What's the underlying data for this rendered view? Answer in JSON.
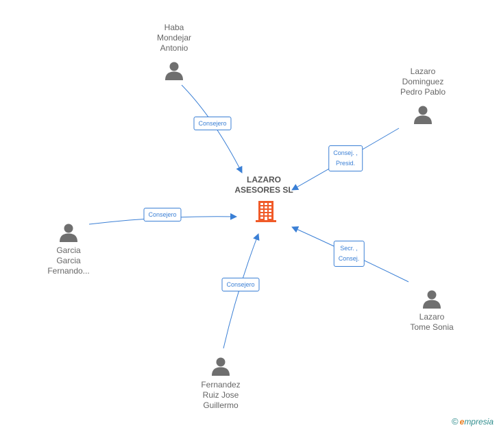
{
  "company": {
    "name_lines": [
      "LAZARO",
      "ASESORES SL"
    ],
    "icon": "building-icon",
    "icon_color": "#f05a28"
  },
  "people": [
    {
      "id": "haba",
      "name_lines": [
        "Haba",
        "Mondejar",
        "Antonio"
      ],
      "icon": "person-icon"
    },
    {
      "id": "dominguez",
      "name_lines": [
        "Lazaro",
        "Dominguez",
        "Pedro Pablo"
      ],
      "icon": "person-icon"
    },
    {
      "id": "garcia",
      "name_lines": [
        "Garcia",
        "Garcia",
        "Fernando..."
      ],
      "icon": "person-icon"
    },
    {
      "id": "tome",
      "name_lines": [
        "Lazaro",
        "Tome Sonia"
      ],
      "icon": "person-icon"
    },
    {
      "id": "fernandez",
      "name_lines": [
        "Fernandez",
        "Ruiz Jose",
        "Guillermo"
      ],
      "icon": "person-icon"
    }
  ],
  "relations": [
    {
      "from": "haba",
      "label_lines": [
        "Consejero"
      ]
    },
    {
      "from": "dominguez",
      "label_lines": [
        "Consej. ,",
        "Presid."
      ]
    },
    {
      "from": "garcia",
      "label_lines": [
        "Consejero"
      ]
    },
    {
      "from": "tome",
      "label_lines": [
        "Secr. ,",
        "Consej."
      ]
    },
    {
      "from": "fernandez",
      "label_lines": [
        "Consejero"
      ]
    }
  ],
  "colors": {
    "edge": "#3a7fd5",
    "person_icon": "#6f6f6f",
    "text": "#666666"
  },
  "footer": {
    "copyright_symbol": "©",
    "brand_initial": "e",
    "brand_rest": "mpresia"
  }
}
